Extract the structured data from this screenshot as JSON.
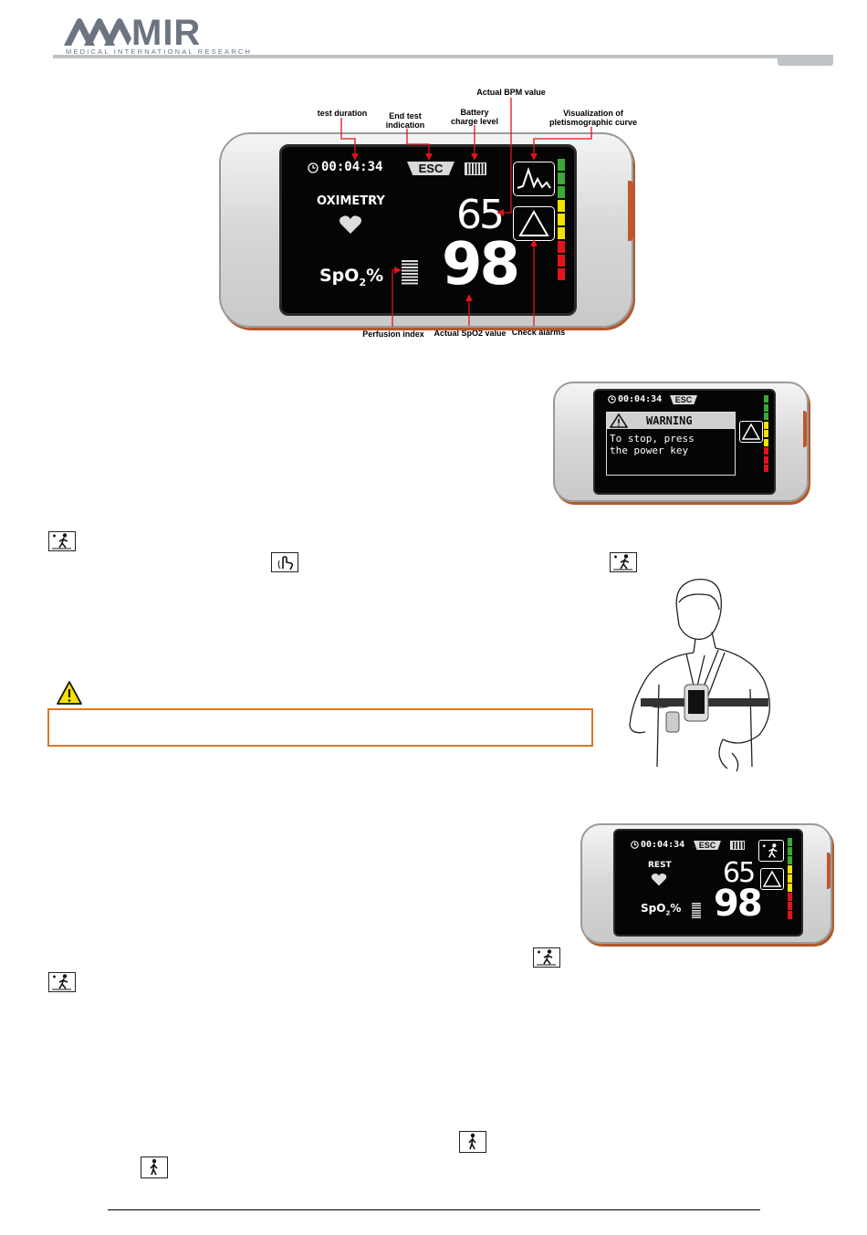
{
  "header": {
    "logo_text": "MIR",
    "logo_subtitle": "MEDICAL INTERNATIONAL RESEARCH"
  },
  "figure1": {
    "callouts": {
      "test_duration": "test duration",
      "end_test": "End test indication",
      "battery": "Battery charge level",
      "actual_bpm": "Actual BPM value",
      "pleth_curve": "Visualization of pletismographic curve",
      "perfusion_index": "Perfusion index",
      "actual_spo2": "Actual SpO2 value",
      "check_alarms": "Check alarms"
    },
    "screen": {
      "timer": "00:04:34",
      "esc": "ESC",
      "mode_label": "OXIMETRY",
      "bpm": "65",
      "spo2": "98",
      "spo2_label_main": "SpO",
      "spo2_label_sub": "2",
      "spo2_label_unit": "%"
    }
  },
  "figure2": {
    "timer": "00:04:34",
    "esc": "ESC",
    "warning_title": "WARNING",
    "warning_line1": "To stop, press",
    "warning_line2": "the power key"
  },
  "figure3": {
    "timer": "00:04:34",
    "esc": "ESC",
    "mode_label": "REST",
    "bpm": "65",
    "spo2": "98",
    "spo2_label_main": "SpO",
    "spo2_label_sub": "2",
    "spo2_label_unit": "%"
  },
  "colors": {
    "level_green": "#3aa935",
    "level_yellow": "#f2e200",
    "level_red": "#e1141b",
    "warning_border": "#e0761e",
    "logo_gray": "#6b7480"
  },
  "icons": [
    "timer-icon",
    "heart-icon",
    "plethysmograph-icon",
    "alarm-triangle-icon",
    "battery-icon",
    "walking-person-icon",
    "finger-touch-icon",
    "warning-triangle-icon"
  ]
}
